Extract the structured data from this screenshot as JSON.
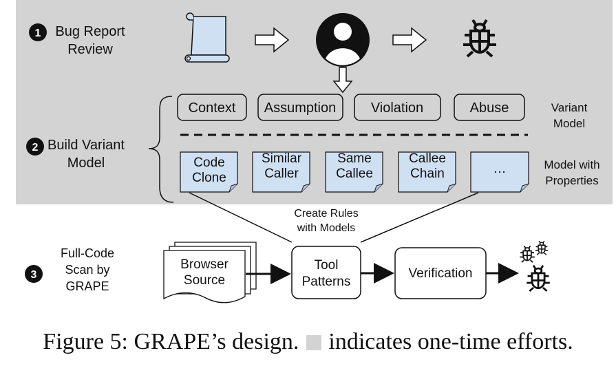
{
  "steps": {
    "s1": {
      "num": "1",
      "line1": "Bug Report",
      "line2": "Review"
    },
    "s2": {
      "num": "2",
      "line1": "Build Variant",
      "line2": "Model"
    },
    "s3": {
      "num": "3",
      "line1": "Full-Code",
      "line2": "Scan by",
      "line3": "GRAPE"
    }
  },
  "variant_model": {
    "items": [
      "Context",
      "Assumption",
      "Violation",
      "Abuse"
    ],
    "label_line1": "Variant",
    "label_line2": "Model"
  },
  "properties": {
    "items": [
      {
        "l1": "Code",
        "l2": "Clone"
      },
      {
        "l1": "Similar",
        "l2": "Caller"
      },
      {
        "l1": "Same",
        "l2": "Callee"
      },
      {
        "l1": "Callee",
        "l2": "Chain"
      },
      {
        "l1": "…",
        "l2": ""
      }
    ],
    "label_line1": "Model with",
    "label_line2": "Properties"
  },
  "rules_label": {
    "line1": "Create Rules",
    "line2": "with Models"
  },
  "scan": {
    "source_l1": "Browser",
    "source_l2": "Source",
    "tool_l1": "Tool",
    "tool_l2": "Patterns",
    "verify": "Verification"
  },
  "caption": {
    "prefix": "Figure 5: ",
    "name": "GRAPE",
    "mid": "’s design. ",
    "suffix": " indicates one-time efforts."
  },
  "colors": {
    "shade": "#d3d3d3",
    "doc_fill": "#cfe0f3"
  },
  "icons": [
    "scroll-icon",
    "user-avatar-icon",
    "bug-icon",
    "bugs-cluster-icon"
  ]
}
